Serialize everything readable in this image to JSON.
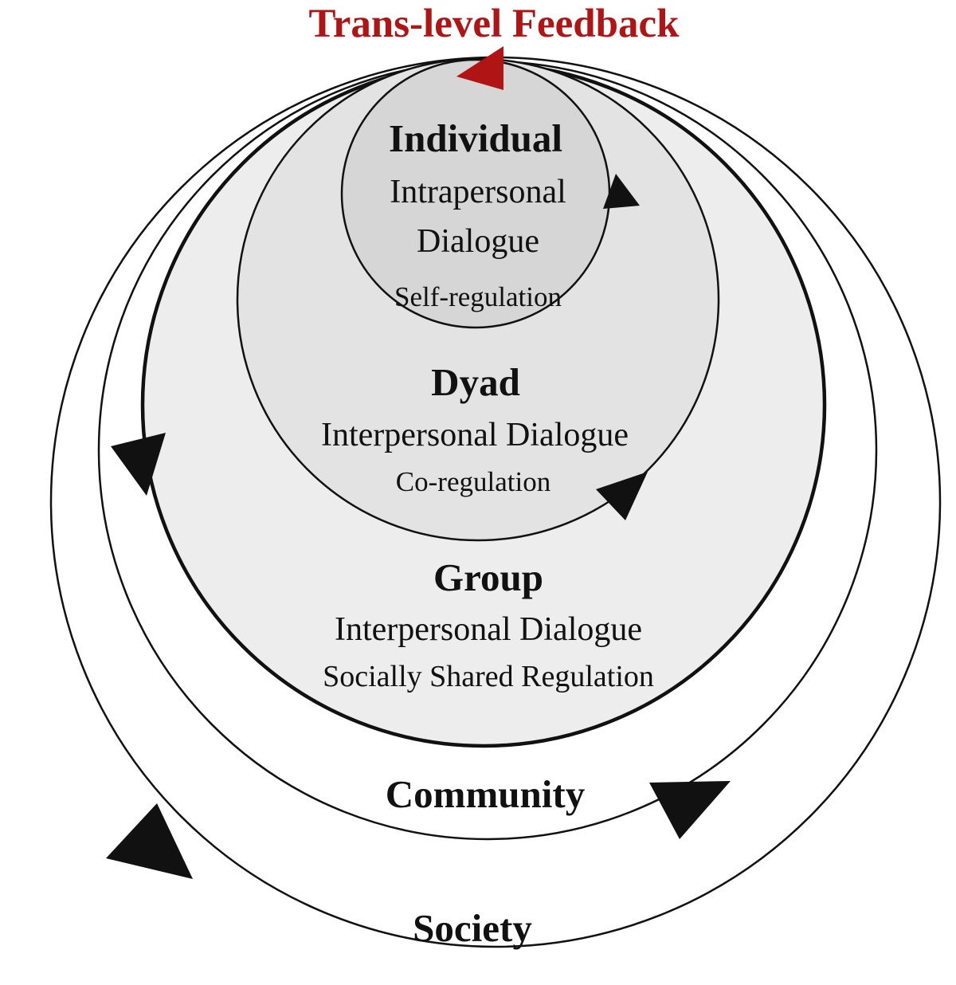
{
  "title": "Trans-level  Feedback",
  "levels": [
    {
      "key": "individual",
      "name": "Individual",
      "lines": [
        "Intrapersonal",
        "Dialogue",
        "Self-regulation"
      ]
    },
    {
      "key": "dyad",
      "name": "Dyad",
      "lines": [
        "Interpersonal Dialogue",
        "Co-regulation"
      ]
    },
    {
      "key": "group",
      "name": "Group",
      "lines": [
        "Interpersonal Dialogue",
        "Socially Shared Regulation"
      ]
    },
    {
      "key": "community",
      "name": "Community",
      "lines": []
    },
    {
      "key": "society",
      "name": "Society",
      "lines": []
    }
  ],
  "colors": {
    "feedback": "#b01414",
    "individual_fill": "#d6d6d6",
    "dyad_fill": "#e3e3e3",
    "group_fill": "#ededed",
    "stroke": "#111111"
  }
}
